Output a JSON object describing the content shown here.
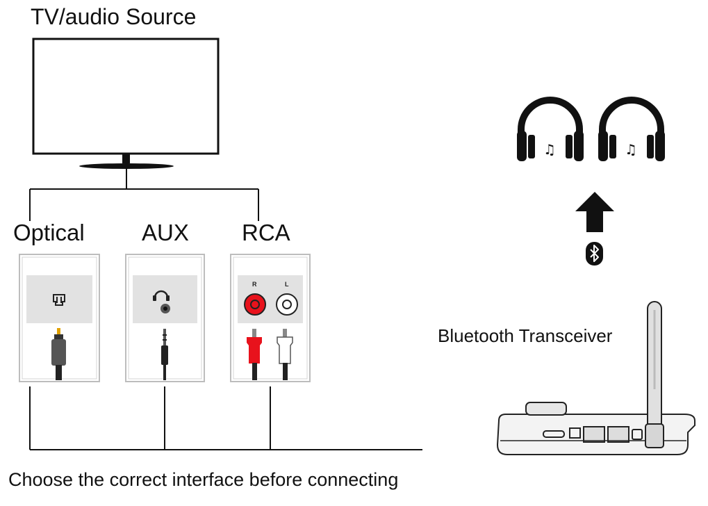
{
  "title": "TV/audio Source",
  "ports": [
    {
      "label": "Optical",
      "icon": "optical-port-icon"
    },
    {
      "label": "AUX",
      "icon": "headphone-jack-icon"
    },
    {
      "label": "RCA",
      "icon": "rca-jack-icon",
      "channels": [
        "R",
        "L"
      ]
    }
  ],
  "transceiver_label": "Bluetooth Transceiver",
  "footer": "Choose the correct interface before connecting",
  "icons": [
    "tv-icon",
    "headphones-icon",
    "headphones-icon",
    "up-arrow-icon",
    "bluetooth-icon",
    "bluetooth-transceiver-device"
  ],
  "colors": {
    "rca_right": "#e8121c",
    "rca_left": "#ffffff",
    "line": "#111111",
    "panel": "#e2e2e2"
  }
}
